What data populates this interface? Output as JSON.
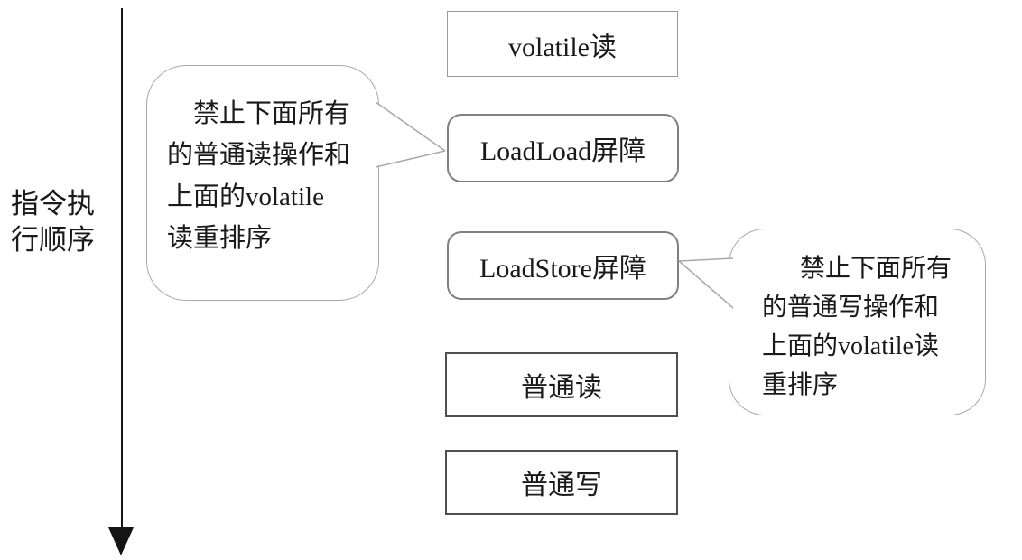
{
  "axis": {
    "label_full": "指令执行顺序",
    "label_lines": [
      "指令执",
      "行顺序"
    ]
  },
  "boxes": [
    {
      "id": "volatile-read",
      "label": "volatile读",
      "shape": "rect"
    },
    {
      "id": "loadload-barrier",
      "label": "LoadLoad屏障",
      "shape": "rounded"
    },
    {
      "id": "loadstore-barrier",
      "label": "LoadStore屏障",
      "shape": "rounded"
    },
    {
      "id": "normal-read",
      "label": "普通读",
      "shape": "rect"
    },
    {
      "id": "normal-write",
      "label": "普通写",
      "shape": "rect"
    }
  ],
  "callouts": [
    {
      "side": "left",
      "points_to": "LoadLoad屏障",
      "text": "禁止下面所有的普通读操作和上面的volatile读重排序",
      "lines": [
        "禁止下面所有",
        "的普通读操作和",
        "上面的volatile",
        "读重排序"
      ]
    },
    {
      "side": "right",
      "points_to": "LoadStore屏障",
      "text": "禁止下面所有的普通写操作和上面的volatile读重排序",
      "lines": [
        "禁止下面所有",
        "的普通写操作和",
        "上面的volatile读",
        "重排序"
      ]
    }
  ],
  "colors": {
    "background": "#ffffff",
    "text": "#1a1a1a",
    "arrow": "#141414",
    "thin_rect_border": "#9a9a9a",
    "strong_rect_border": "#4f4f4f",
    "rounded_border": "#808080",
    "callout_border": "#a8a8a8"
  }
}
